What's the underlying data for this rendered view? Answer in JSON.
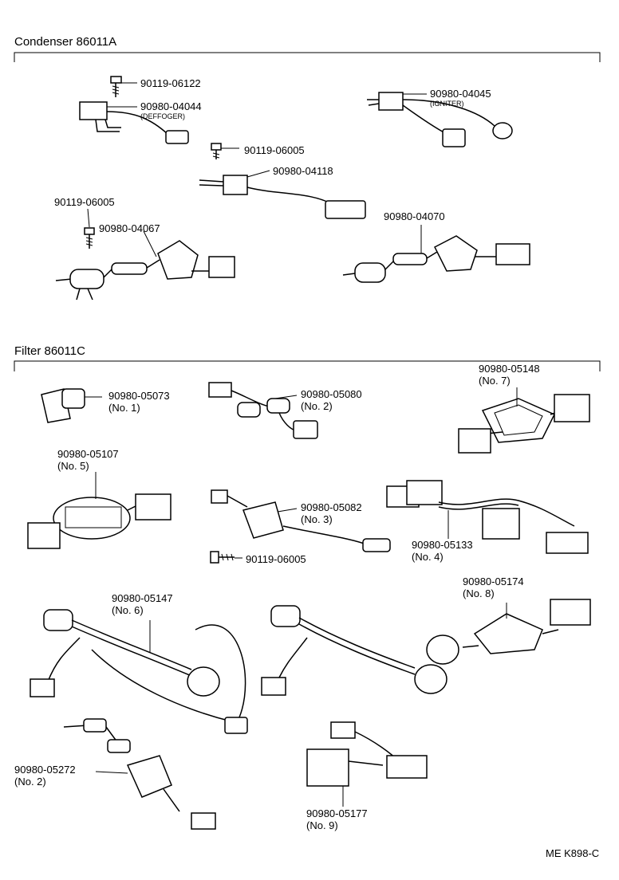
{
  "sections": [
    {
      "title": "Condenser 86011A"
    },
    {
      "title": "Filter 86011C"
    }
  ],
  "parts": {
    "p1": {
      "no": "90119-06122",
      "note": ""
    },
    "p2": {
      "no": "90980-04044",
      "note": "(DEFFOGER)"
    },
    "p3": {
      "no": "90980-04045",
      "note": "(IGNITER)"
    },
    "p4": {
      "no": "90119-06005",
      "note": ""
    },
    "p5": {
      "no": "90980-04118",
      "note": ""
    },
    "p6": {
      "no": "90119-06005",
      "note": ""
    },
    "p7": {
      "no": "90980-04067",
      "note": ""
    },
    "p8": {
      "no": "90980-04070",
      "note": ""
    },
    "f1": {
      "no": "90980-05073",
      "note": "(No. 1)"
    },
    "f2": {
      "no": "90980-05080",
      "note": "(No. 2)"
    },
    "f3": {
      "no": "90980-05148",
      "note": "(No. 7)"
    },
    "f4": {
      "no": "90980-05107",
      "note": "(No. 5)"
    },
    "f5": {
      "no": "90980-05082",
      "note": "(No. 3)"
    },
    "f6": {
      "no": "90119-06005",
      "note": ""
    },
    "f7": {
      "no": "90980-05133",
      "note": "(No. 4)"
    },
    "f8": {
      "no": "90980-05147",
      "note": "(No. 6)"
    },
    "f9": {
      "no": "90980-05174",
      "note": "(No. 8)"
    },
    "f10": {
      "no": "90980-05272",
      "note": "(No. 2)"
    },
    "f11": {
      "no": "90980-05177",
      "note": "(No. 9)"
    }
  },
  "footer": {
    "code": "ME K898-C"
  }
}
